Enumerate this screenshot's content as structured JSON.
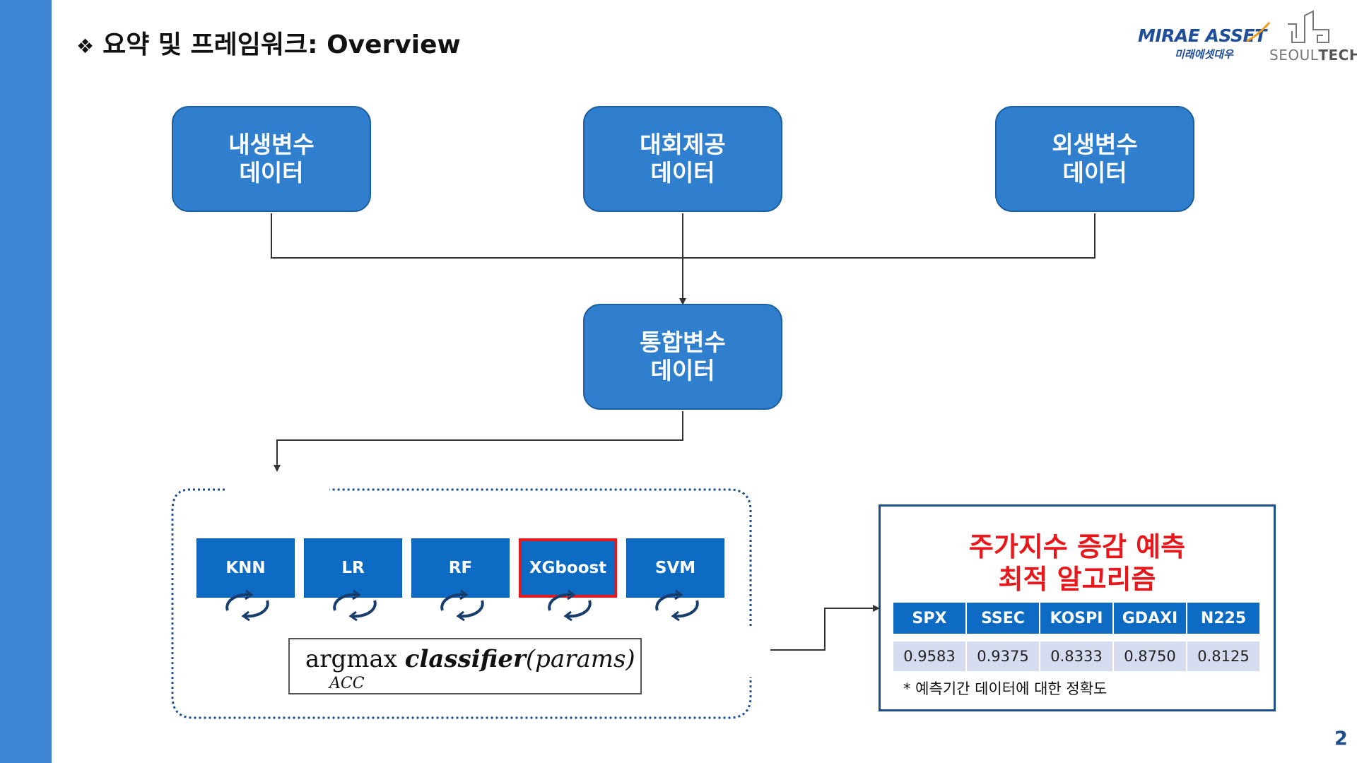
{
  "slide": {
    "title": "요약 및 프레임워크: Overview",
    "title_bullet": "❖",
    "page_number": "2"
  },
  "logos": {
    "mirae_en": "MIRAE ASSET",
    "mirae_ko": "미래에셋대우",
    "seoultech_a": "SEOUL",
    "seoultech_b": "TECH"
  },
  "nodes": {
    "endogenous": {
      "line1": "내생변수",
      "line2": "데이터"
    },
    "provided": {
      "line1": "대회제공",
      "line2": "데이터"
    },
    "exogenous": {
      "line1": "외생변수",
      "line2": "데이터"
    },
    "integrated": {
      "line1": "통합변수",
      "line2": "데이터"
    }
  },
  "models": [
    {
      "label": "KNN",
      "selected": false
    },
    {
      "label": "LR",
      "selected": false
    },
    {
      "label": "RF",
      "selected": false
    },
    {
      "label": "XGboost",
      "selected": true
    },
    {
      "label": "SVM",
      "selected": false
    }
  ],
  "formula": {
    "argmax": "argmax ",
    "classifier": "classifier",
    "params": "(params)",
    "subscript": "ACC"
  },
  "result": {
    "title_line1": "주가지수 증감 예측",
    "title_line2": "최적 알고리즘",
    "headers": [
      "SPX",
      "SSEC",
      "KOSPI",
      "GDAXI",
      "N225"
    ],
    "values": [
      "0.9583",
      "0.9375",
      "0.8333",
      "0.8750",
      "0.8125"
    ],
    "note": "* 예측기간 데이터에 대한 정확도"
  },
  "colors": {
    "sidebar": "#3e86d4",
    "node_fill": "#2f7fce",
    "model_fill": "#0d6bc4",
    "highlight": "#e8171c",
    "dotted_border": "#1c4e8c"
  }
}
